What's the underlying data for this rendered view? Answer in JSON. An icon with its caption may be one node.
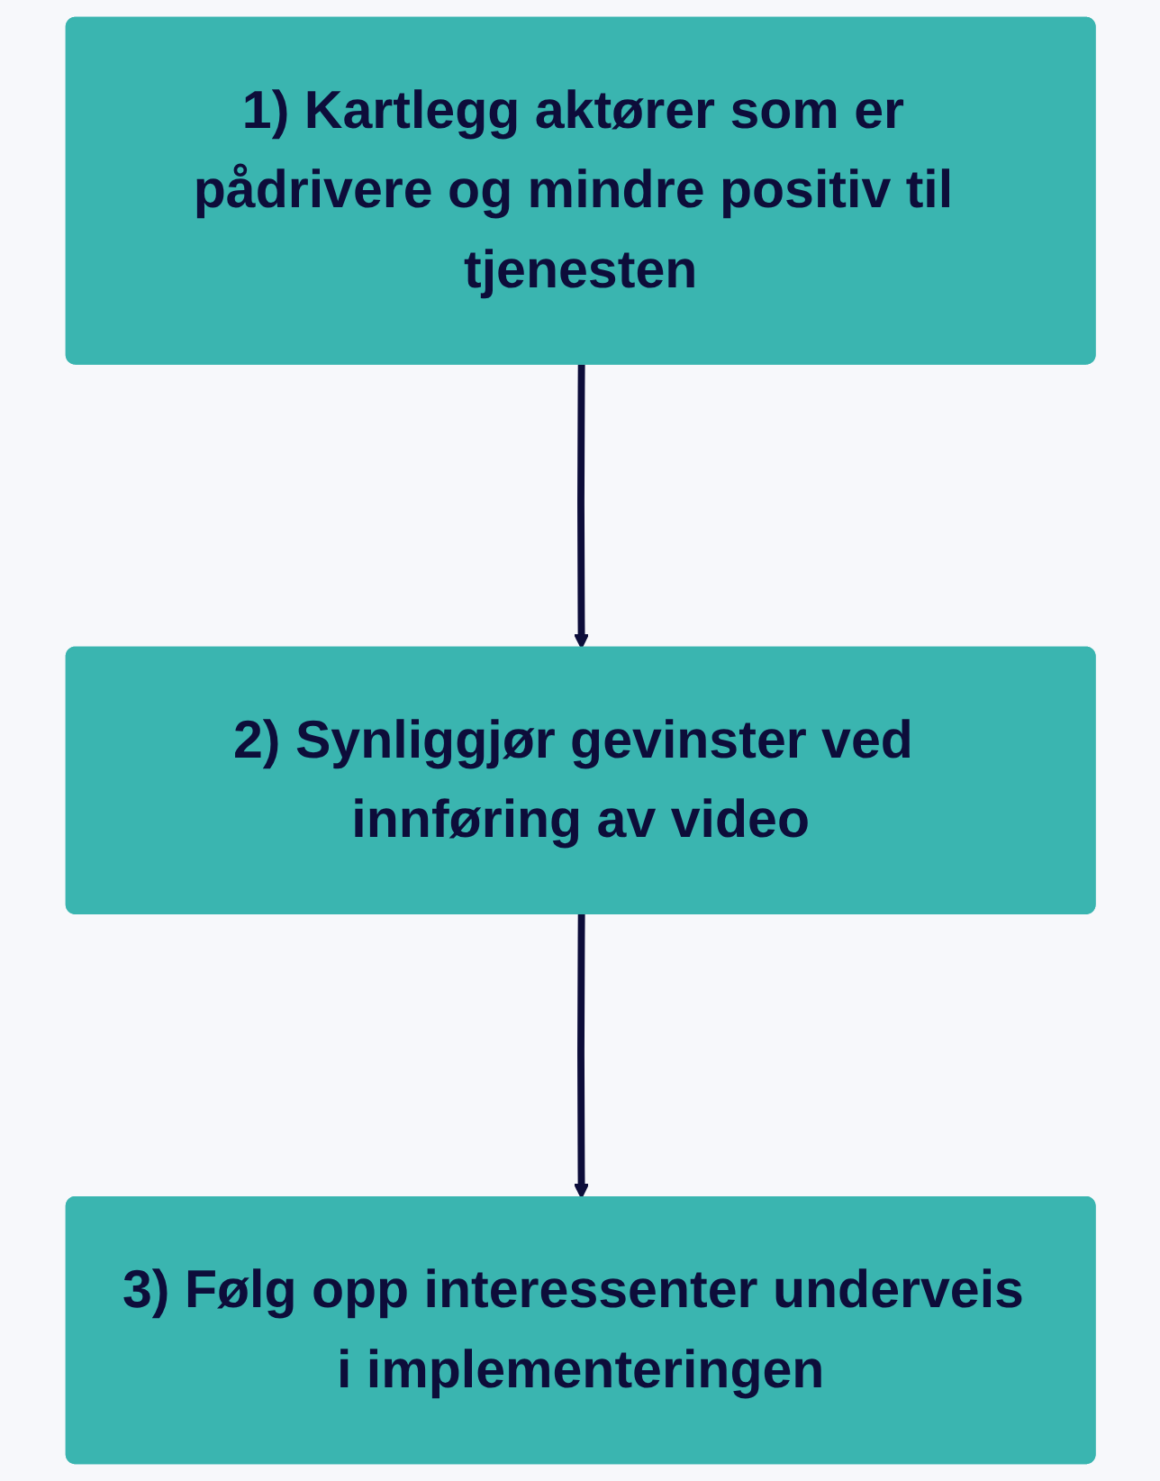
{
  "diagram": {
    "nodes": [
      {
        "text": [
          "1) Kartlegg aktører som er pådrivere og mindre positiv til tjenesten"
        ]
      },
      {
        "text": [
          "2) Synliggjør gevinster ved innføring av video"
        ]
      },
      {
        "text": [
          "3) Følg opp interessenter underveis i implementeringen"
        ]
      }
    ],
    "edges": [
      {
        "from": 0,
        "to": 1,
        "arrow": "to"
      },
      {
        "from": 1,
        "to": 2,
        "arrow": "to"
      }
    ]
  }
}
